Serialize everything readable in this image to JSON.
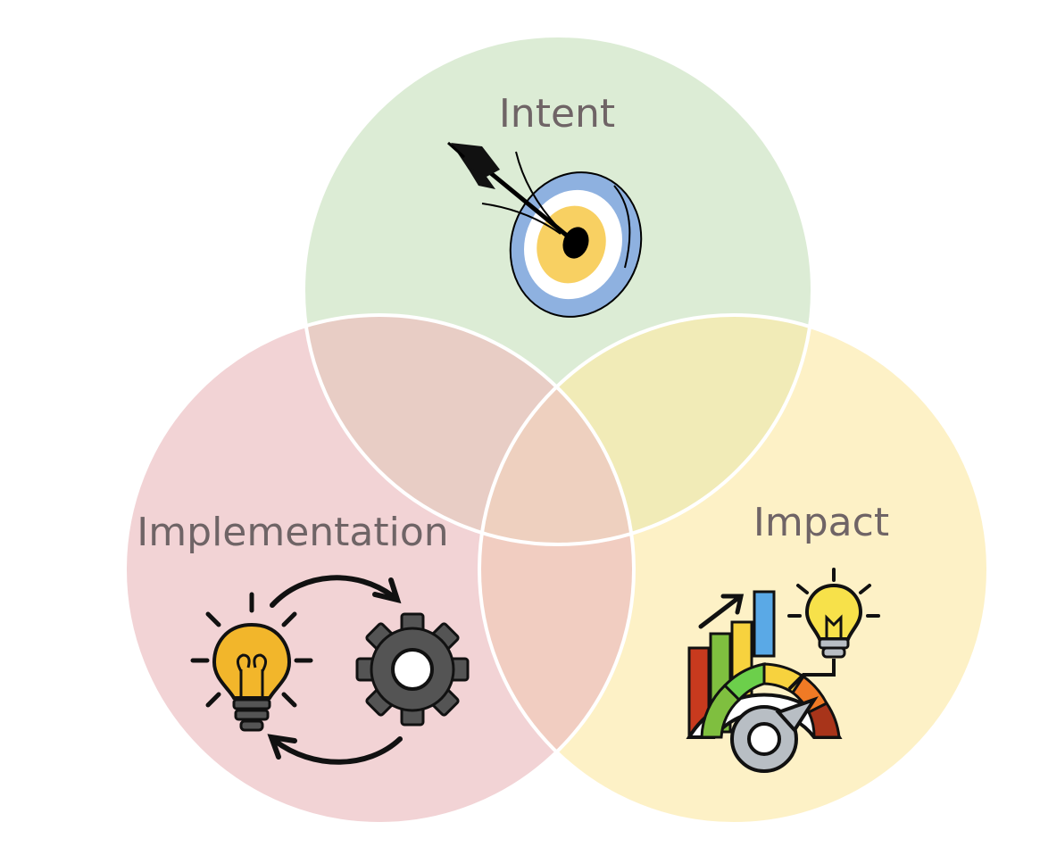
{
  "diagram": {
    "type": "venn",
    "circles": [
      {
        "id": "intent",
        "label": "Intent",
        "icon": "target-with-arrow-icon",
        "fill": "#dcecd5"
      },
      {
        "id": "implementation",
        "label": "Implementation",
        "icon": "lightbulb-gear-cycle-icon",
        "fill": "#f2d3d5"
      },
      {
        "id": "impact",
        "label": "Impact",
        "icon": "growth-gauge-lightbulb-icon",
        "fill": "#fdf1c6"
      }
    ],
    "overlaps": {
      "intent_implementation": "#e8cdc5",
      "intent_impact": "#f1ebb7",
      "implementation_impact": "#f1cdc1",
      "center": "#eed0bf"
    },
    "outline_color": "#ffffff"
  }
}
